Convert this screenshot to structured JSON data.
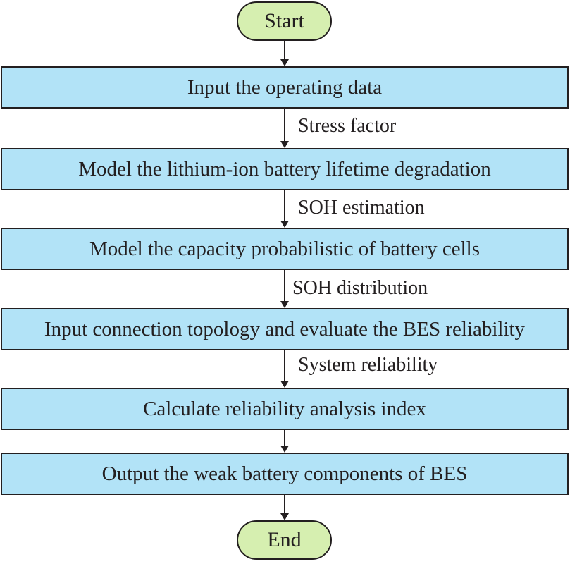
{
  "start": "Start",
  "end": "End",
  "steps": [
    "Input the operating data",
    "Model the lithium-ion battery lifetime degradation",
    "Model the capacity probabilistic of battery cells",
    "Input connection topology and evaluate the BES reliability",
    "Calculate reliability analysis index",
    "Output the weak battery components of BES"
  ],
  "edge_labels": [
    "Stress factor",
    "SOH estimation",
    "SOH distribution",
    "System reliability"
  ],
  "colors": {
    "terminal_fill": "#d6efb0",
    "step_fill": "#b2e3f7",
    "stroke": "#231f20"
  }
}
